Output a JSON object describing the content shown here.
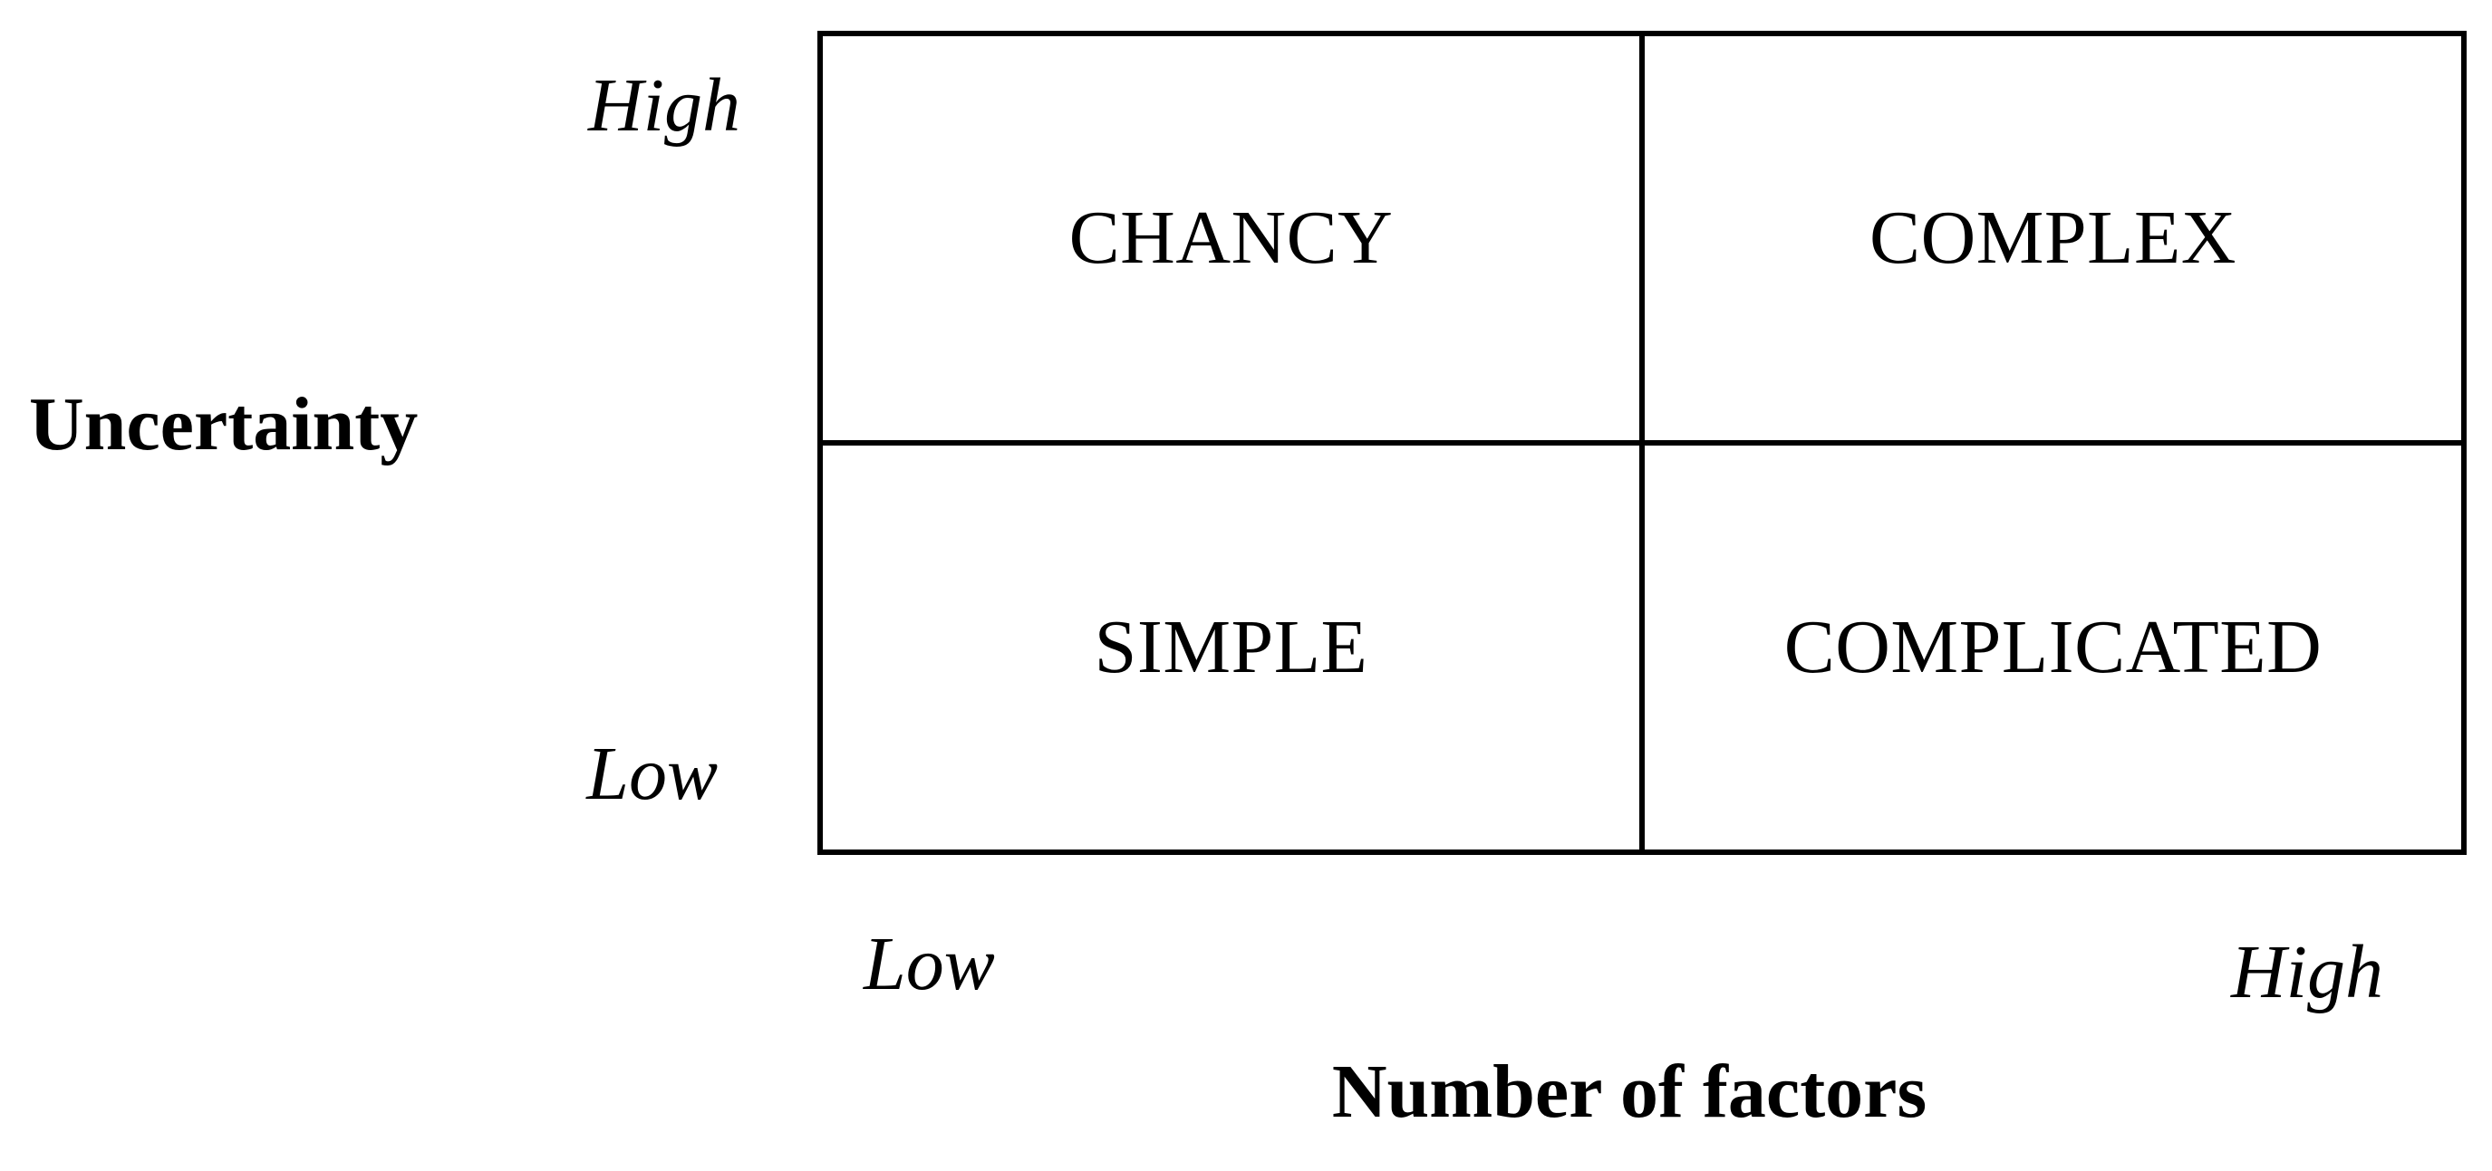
{
  "diagram": {
    "type": "quadrant-matrix",
    "quadrants": {
      "top_left": {
        "label": "CHANCY"
      },
      "top_right": {
        "label": "COMPLEX"
      },
      "bottom_left": {
        "label": "SIMPLE"
      },
      "bottom_right": {
        "label": "COMPLICATED"
      }
    },
    "y_axis": {
      "title": "Uncertainty",
      "high_label": "High",
      "low_label": "Low"
    },
    "x_axis": {
      "title": "Number of factors",
      "low_label": "Low",
      "high_label": "High"
    },
    "colors": {
      "line": "#000000",
      "text": "#000000",
      "background": "#ffffff"
    }
  }
}
